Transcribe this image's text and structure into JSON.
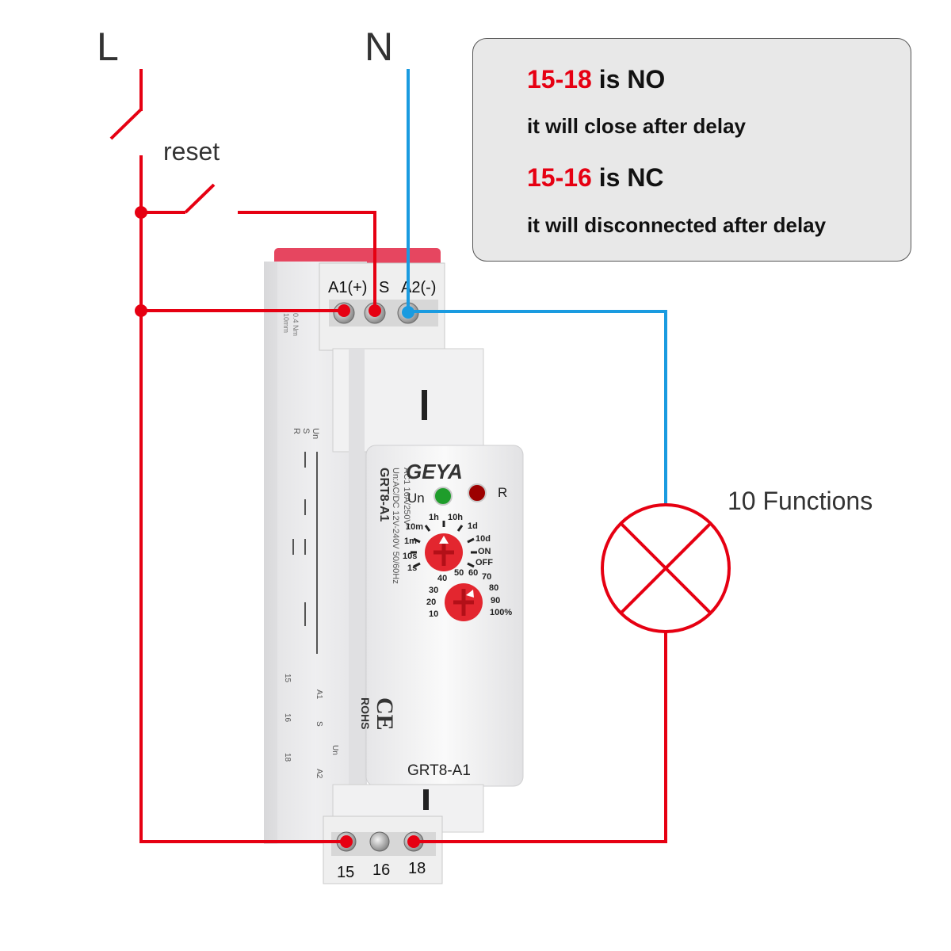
{
  "supply": {
    "line_label": "L",
    "neutral_label": "N"
  },
  "switch_label": "reset",
  "info_box": {
    "line1_range": "15-18",
    "line1_text": " is NO",
    "line2": "it will close after delay",
    "line3_range": "15-16",
    "line3_text": " is NC",
    "line4": "it will disconnected after delay"
  },
  "lamp_label": "10 Functions",
  "relay": {
    "brand": "GEYA",
    "model_side": "GRT8-A1",
    "model_front": "GRT8-A1",
    "spec_line1": "Un:AC/DC 12V-240V 50/60Hz",
    "spec_line2": "AC1 16A/250V~",
    "rohs": "ROHS",
    "ce": "CE",
    "terminals_top": [
      "A1(+)",
      "S",
      "A2(-)"
    ],
    "terminals_bottom": [
      "15",
      "16",
      "18"
    ],
    "led_un": "Un",
    "led_r": "R",
    "dial1_labels": [
      "1h",
      "10h",
      "10m",
      "1d",
      "1m",
      "10d",
      "10s",
      "ON",
      "1s",
      "OFF"
    ],
    "dial2_labels": [
      "40",
      "50",
      "60",
      "70",
      "30",
      "80",
      "20",
      "90",
      "10",
      "100%"
    ],
    "side_labels": [
      "Un",
      "S",
      "R"
    ],
    "torque": "0.4 Nm",
    "strip": "10mm",
    "diagram_labels": [
      "A1",
      "A2",
      "15",
      "16",
      "18",
      "Un",
      "S"
    ]
  },
  "colors": {
    "wire_red": "#e60012",
    "wire_blue": "#1a9be0",
    "led_green": "#1f9d2b",
    "led_red": "#9c0000"
  }
}
